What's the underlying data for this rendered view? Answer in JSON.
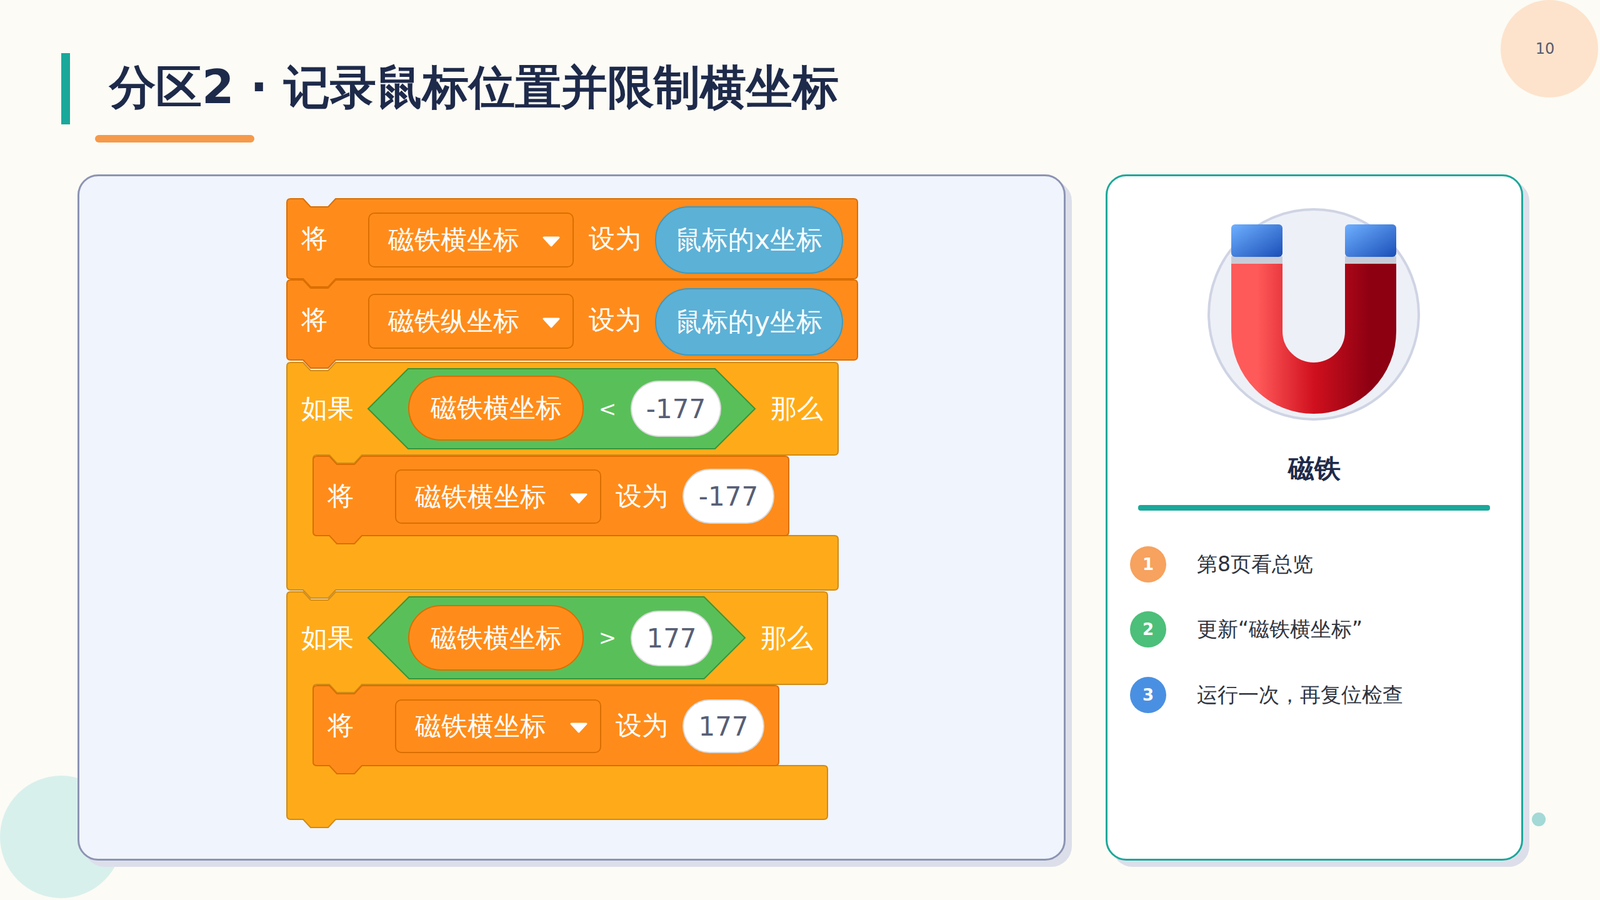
{
  "diagram": {
    "title": "分区2 · 记录鼠标位置并限制横坐标",
    "nodes": [
      {
        "text": [
          "10"
        ]
      },
      {
        "text": [
          "将",
          "设为"
        ]
      },
      {
        "text": [
          "磁铁横坐标"
        ],
        "in": 1
      },
      {
        "text": [
          "鼠标的x坐标"
        ],
        "in": 1
      },
      {
        "text": [
          "将",
          "设为"
        ]
      },
      {
        "text": [
          "磁铁纵坐标"
        ],
        "in": 4
      },
      {
        "text": [
          "鼠标的y坐标"
        ],
        "in": 4
      },
      {
        "text": [
          "如果",
          "那么"
        ]
      },
      {
        "text": [
          "<"
        ],
        "in": 7
      },
      {
        "text": [
          "磁铁横坐标"
        ],
        "in": 8
      },
      {
        "text": [
          "-177"
        ],
        "in": 8
      },
      {
        "text": [
          "将",
          "设为"
        ],
        "in": 7
      },
      {
        "text": [
          "磁铁横坐标"
        ],
        "in": 11
      },
      {
        "text": [
          "-177"
        ],
        "in": 11
      },
      {
        "text": [
          "如果",
          "那么"
        ]
      },
      {
        "text": [
          ">"
        ],
        "in": 14
      },
      {
        "text": [
          "磁铁横坐标"
        ],
        "in": 15
      },
      {
        "text": [
          "177"
        ],
        "in": 15
      },
      {
        "text": [
          "将",
          "设为"
        ],
        "in": 14
      },
      {
        "text": [
          "磁铁横坐标"
        ],
        "in": 18
      },
      {
        "text": [
          "177"
        ],
        "in": 18
      },
      {
        "text": [
          "磁铁"
        ]
      },
      {
        "text": [
          "1",
          "第8页看总览"
        ],
        "in": 21
      },
      {
        "text": [
          "2",
          "更新“磁铁横坐标”"
        ],
        "in": 21
      },
      {
        "text": [
          "3",
          "运行一次，再复位检查"
        ],
        "in": 21
      }
    ]
  }
}
